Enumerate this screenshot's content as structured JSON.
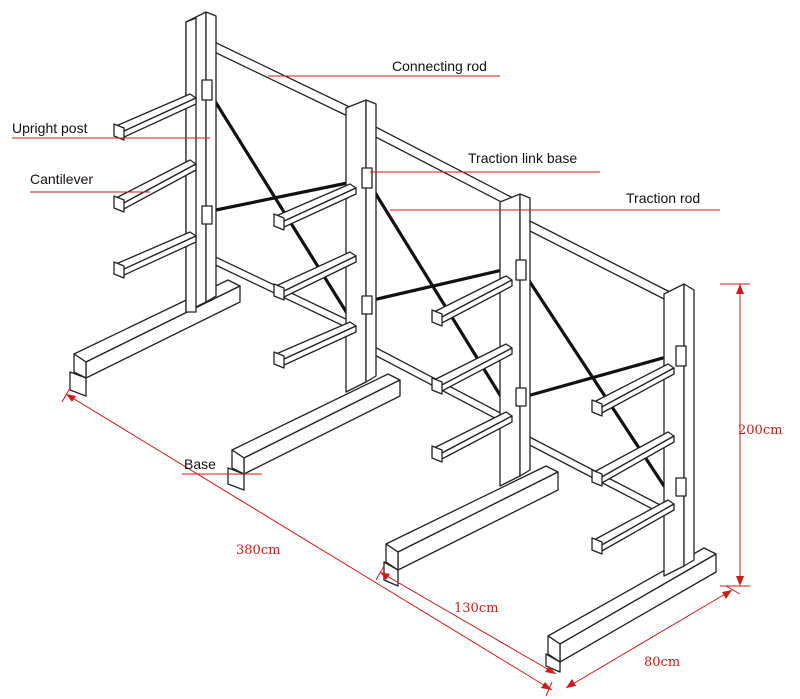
{
  "labels": {
    "connecting_rod": "Connecting rod",
    "upright_post": "Upright post",
    "traction_link_base": "Traction link base",
    "cantilever": "Cantilever",
    "traction_rod": "Traction rod",
    "base": "Base"
  },
  "dimensions": {
    "length": "380cm",
    "span": "130cm",
    "depth": "80cm",
    "height": "200cm"
  },
  "colors": {
    "leader_lines": "#d11a1a",
    "structure": "#222222"
  }
}
